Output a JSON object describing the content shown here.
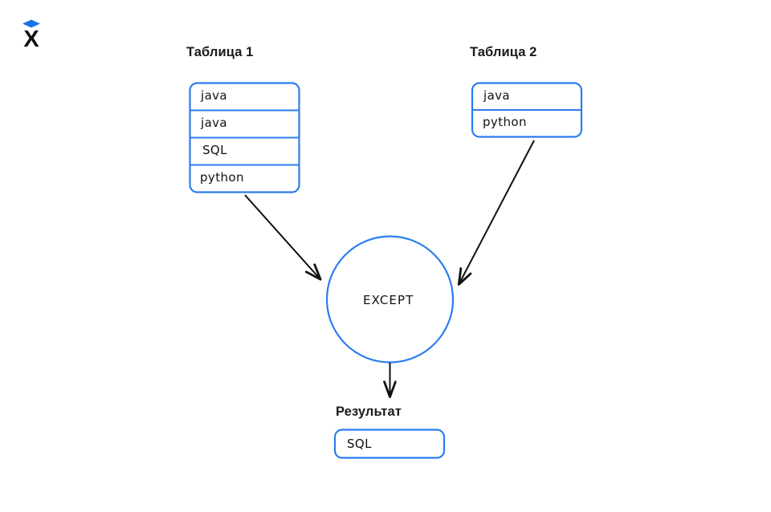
{
  "logo": {
    "name": "x-logo",
    "letter": "X",
    "accent_color": "#1a73e8",
    "letter_color": "#111111"
  },
  "colors": {
    "stroke_blue": "#2b7cf0",
    "arrow_black": "#111111",
    "text_dark": "#1a1a1a",
    "background": "#ffffff"
  },
  "diagram": {
    "type": "sql-except-operation",
    "table1": {
      "title": "Таблица 1",
      "rows": [
        "java",
        "java",
        "SQL",
        "python"
      ]
    },
    "table2": {
      "title": "Таблица 2",
      "rows": [
        "java",
        "python"
      ]
    },
    "operation": {
      "label": "EXCEPT",
      "shape": "circle"
    },
    "result": {
      "title": "Результат",
      "rows": [
        "SQL"
      ]
    },
    "arrows": [
      {
        "name": "arrow-table1-to-operation",
        "from": "table1",
        "to": "operation"
      },
      {
        "name": "arrow-table2-to-operation",
        "from": "table2",
        "to": "operation"
      },
      {
        "name": "arrow-operation-to-result",
        "from": "operation",
        "to": "result"
      }
    ]
  }
}
